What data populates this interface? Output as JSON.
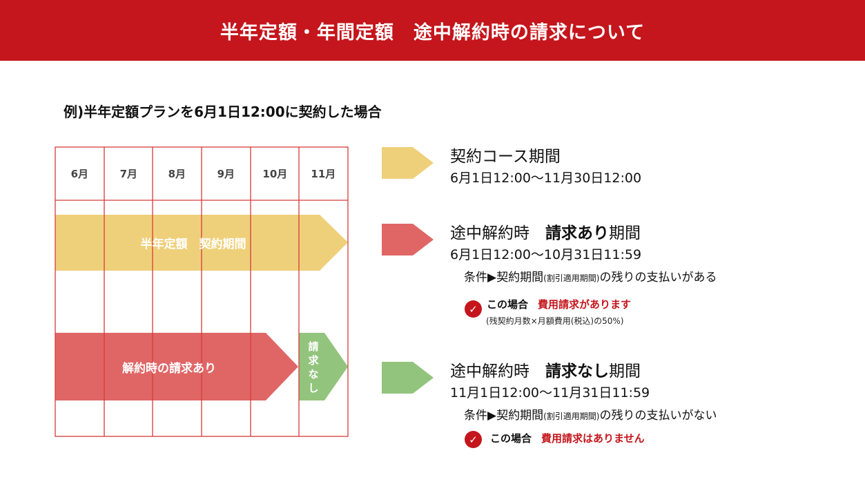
{
  "header": {
    "title": "半年定額・年間定額　途中解約時の請求について"
  },
  "subtitle": "例)半年定額プランを6月1日12:00に契約した場合",
  "months": [
    "6月",
    "7月",
    "8月",
    "9月",
    "10月",
    "11月"
  ],
  "bars": {
    "contract": "半年定額　契約期間",
    "billed": "解約時の請求あり",
    "unbilled": [
      "請",
      "求",
      "な",
      "し"
    ]
  },
  "colors": {
    "header": "#c4161c",
    "contract": "#efd07a",
    "billed": "#e06666",
    "unbilled": "#93c47d",
    "grid": "#d63a3a"
  },
  "legend": [
    {
      "title_pre": "契約コース期間",
      "title_bold": "",
      "title_post": "",
      "range": "6月1日12:00〜11月30日12:00"
    },
    {
      "title_pre": "途中解約時　",
      "title_bold": "請求あり",
      "title_post": "期間",
      "range": "6月1日12:00〜10月31日11:59",
      "cond_pre": "条件▶契約期間",
      "cond_small": "(割引適用期間)",
      "cond_post": "の残りの支払いがある",
      "note_label": "この場合",
      "note_value": "費用請求があります",
      "note_detail": "(残契約月数×月額費用(税込)の50%)"
    },
    {
      "title_pre": "途中解約時　",
      "title_bold": "請求なし",
      "title_post": "期間",
      "range": "11月1日12:00〜11月31日11:59",
      "cond_pre": "条件▶契約期間",
      "cond_small": "(割引適用期間)",
      "cond_post": "の残りの支払いがない",
      "note_label": "この場合",
      "note_value": "費用請求はありません"
    }
  ],
  "check_glyph": "✓"
}
